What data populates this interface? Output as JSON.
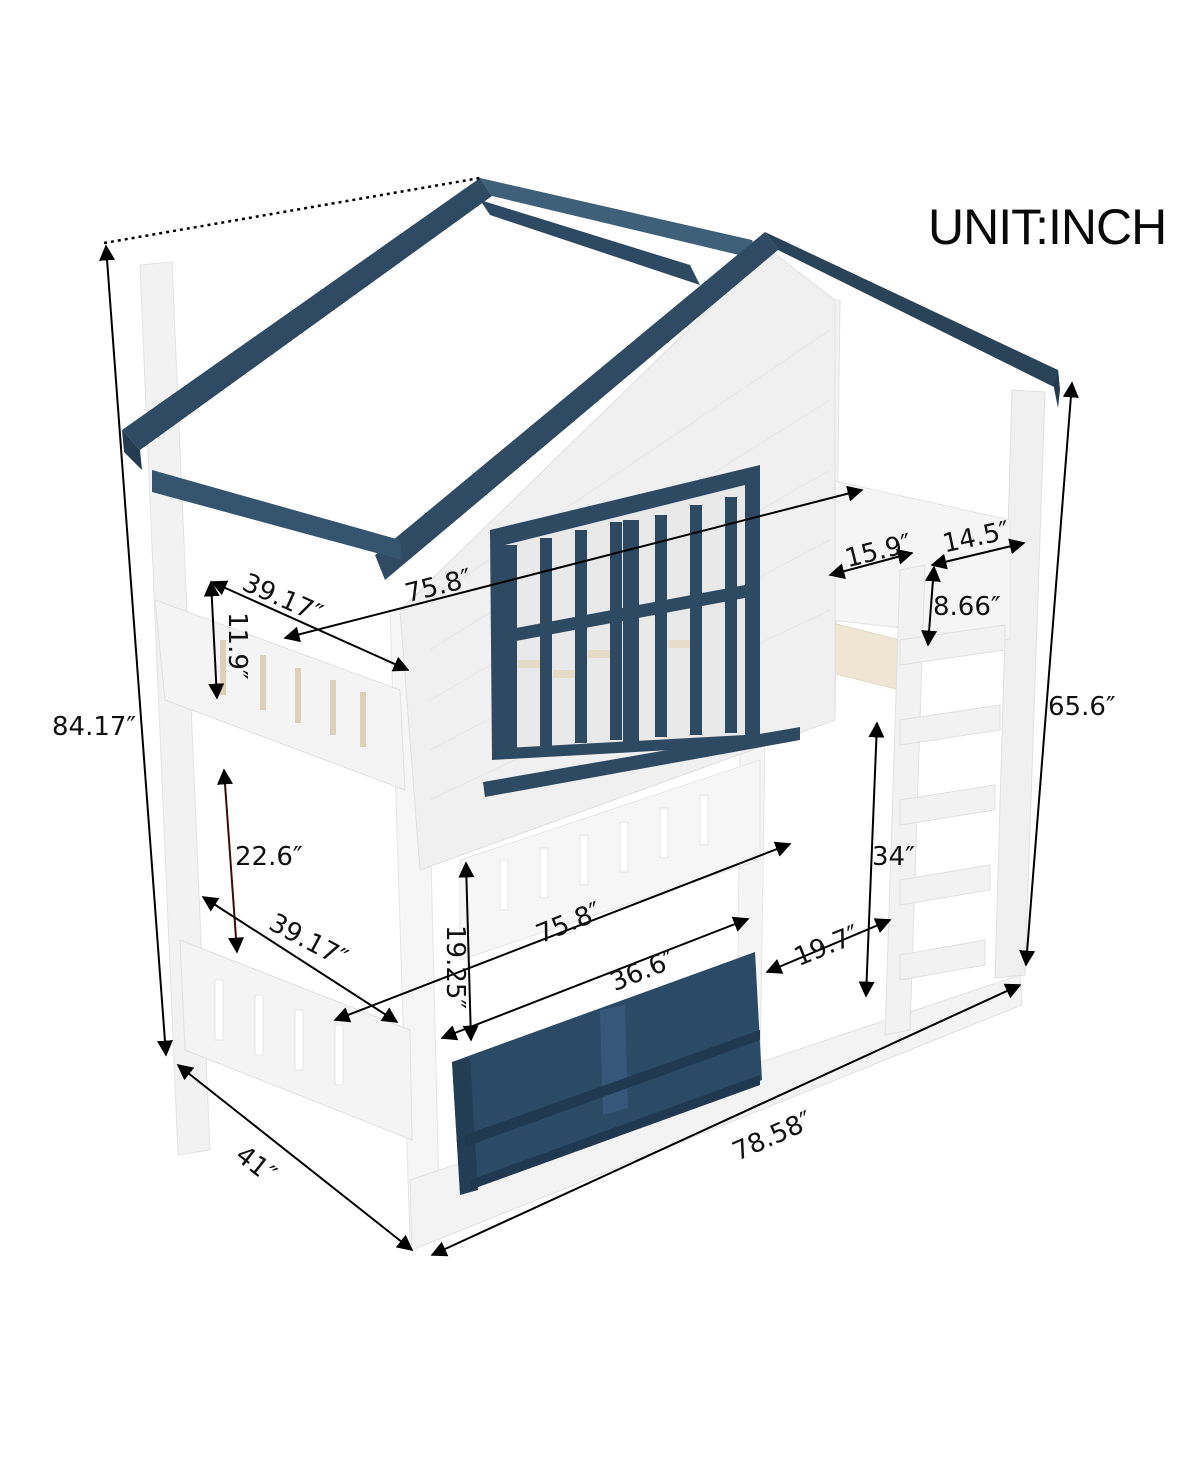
{
  "title": "UNIT:INCH",
  "colors": {
    "navy": "#2e4a62",
    "navy_dark": "#233a4f",
    "white_frame": "#f4f4f4",
    "frame_shade": "#e4e4e4",
    "slat_wood": "#e3d2b4",
    "dimension_line": "#000000",
    "dimension_accent": "#3b0d0d"
  },
  "dimensions": {
    "overall_height": "84.17″",
    "ladder_height": "65.6″",
    "depth": "41″",
    "length": "78.58″",
    "top_bunk_length": "75.8″",
    "top_bunk_width": "39.17″",
    "top_guardrail_height": "11.9″",
    "ladder_opening": "15.9″",
    "ladder_width": "14.5″",
    "ladder_rail_height": "8.66″",
    "bunk_clearance": "22.6″",
    "bottom_bunk_width": "39.17″",
    "bottom_bunk_length": "75.8″",
    "bottom_guardrail_height": "19.25″",
    "shelf_section": "36.6″",
    "bottom_opening": "19.7″",
    "lower_ladder_height": "34″"
  }
}
